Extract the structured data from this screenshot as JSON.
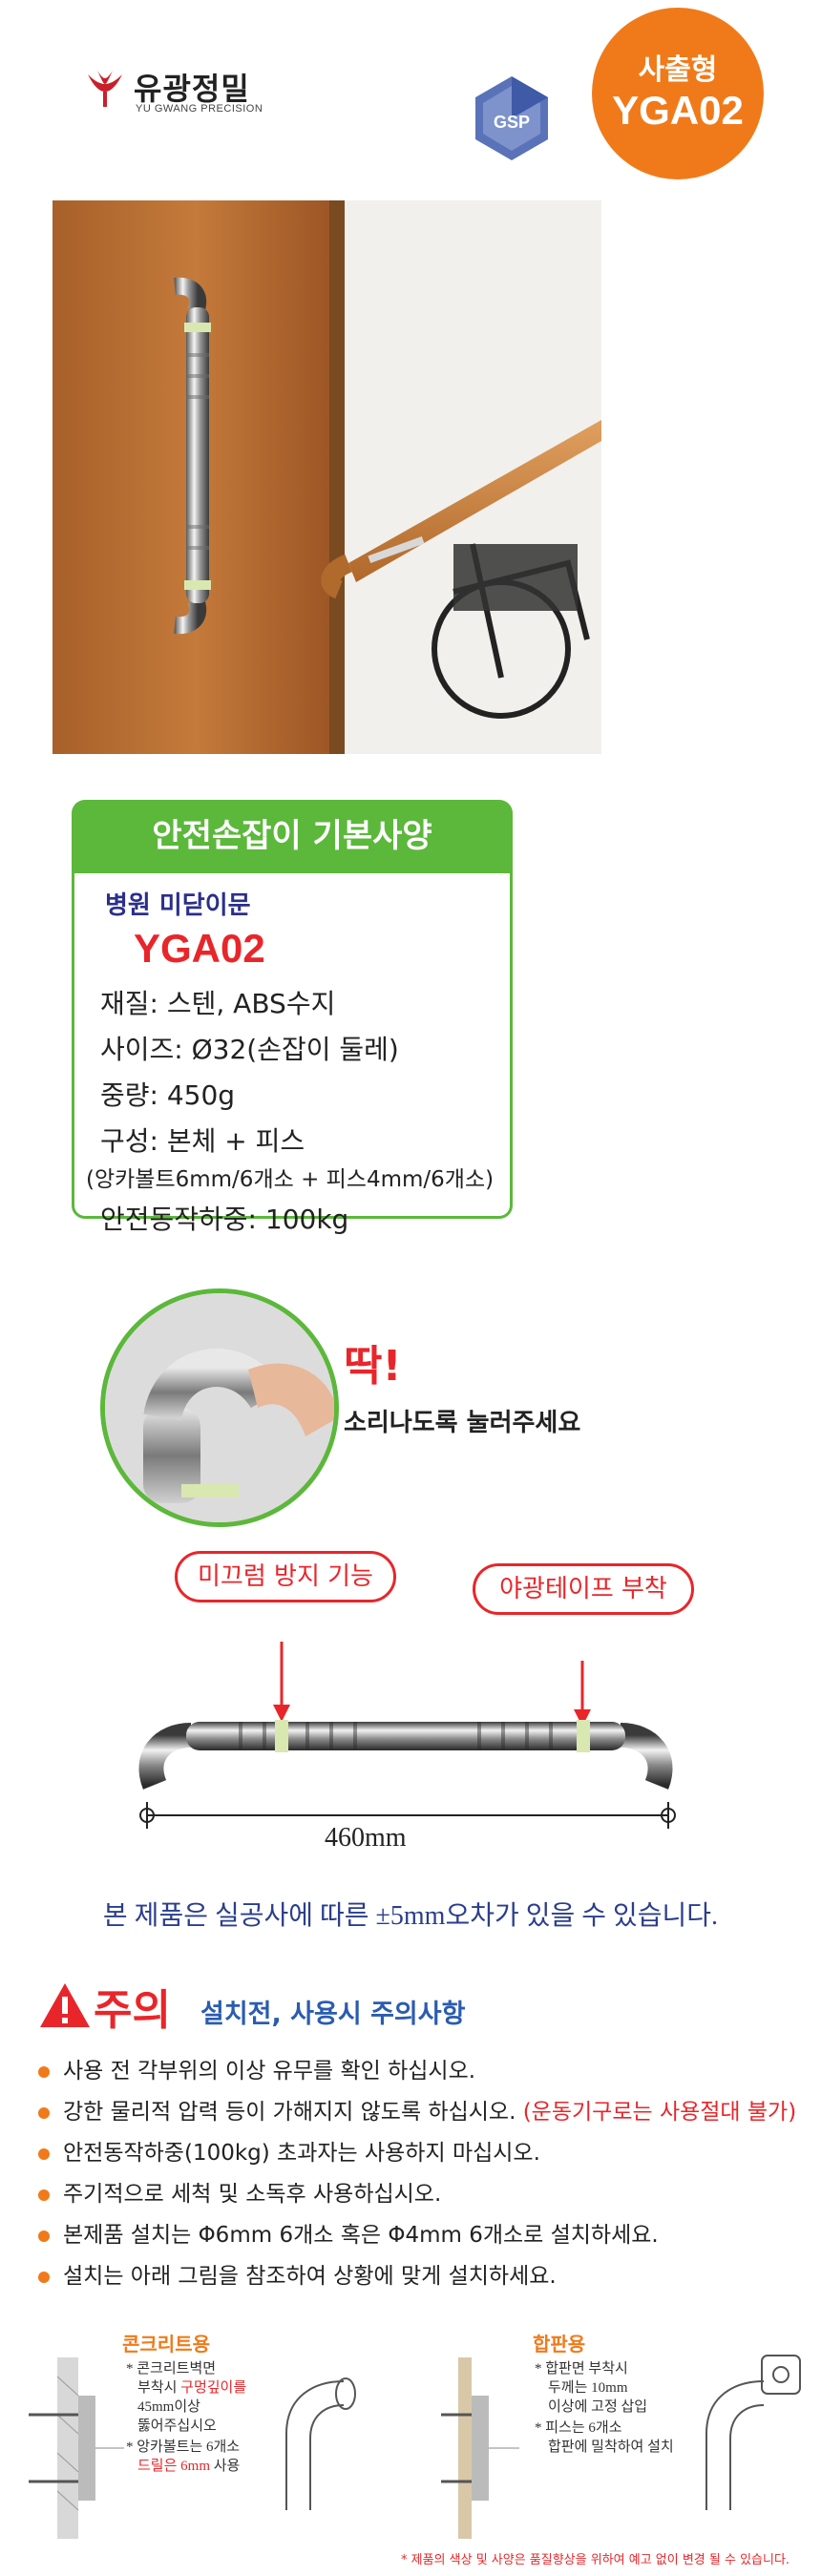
{
  "header": {
    "brand_name": "유광정밀",
    "brand_sub": "YU GWANG PRECISION",
    "cert_mark": "GSP",
    "badge_line1": "사출형",
    "badge_line2": "YGA02"
  },
  "spec": {
    "tab_title": "안전손잡이 기본사양",
    "type_label": "병원 미닫이문",
    "model": "YGA02",
    "lines": [
      "재질: 스텐, ABS수지",
      "사이즈: Ø32(손잡이 둘레)",
      "중량: 450g",
      "구성: 본체 + 피스",
      "(앙카볼트6mm/6개소 + 피스4mm/6개소)",
      "안전동작하중: 100kg"
    ]
  },
  "click": {
    "word": "딱!",
    "desc": "소리나도록 눌러주세요"
  },
  "callouts": {
    "anti_slip": "미끄럼 방지 기능",
    "luminous": "야광테이프 부착"
  },
  "dimension": "460mm",
  "tolerance_note": "본 제품은 실공사에 따른 ±5mm오차가 있을 수 있습니다.",
  "caution": {
    "title": "주의",
    "subtitle": "설치전, 사용시 주의사항",
    "items": [
      {
        "text": "사용 전 각부위의 이상 유무를 확인 하십시오.",
        "warn": ""
      },
      {
        "text": "강한 물리적 압력 등이 가해지지 않도록 하십시오.",
        "warn": "(운동기구로는 사용절대 불가)"
      },
      {
        "text": "안전동작하중(100kg) 초과자는 사용하지 마십시오.",
        "warn": ""
      },
      {
        "text": "주기적으로 세척 및 소독후 사용하십시오.",
        "warn": ""
      },
      {
        "text": "본제품 설치는 Φ6mm 6개소 혹은 Φ4mm 6개소로 설치하세요.",
        "warn": ""
      },
      {
        "text": "설치는 아래 그림을 참조하여 상황에 맞게 설치하세요.",
        "warn": ""
      }
    ]
  },
  "install": {
    "concrete": {
      "title": "콘크리트용",
      "l1": "* 콘크리트벽면",
      "l2a": "부착시 ",
      "l2b": "구멍깊이를",
      "l3": "45mm이상",
      "l4": "뚫어주십시오",
      "l5": "* 앙카볼트는 6개소",
      "l6a": "드릴은 ",
      "l6b": "6mm",
      "l6c": " 사용"
    },
    "plywood": {
      "title": "합판용",
      "l1": "* 합판면 부착시",
      "l2": "두께는 10mm",
      "l3": "이상에 고정 삽입",
      "l4": "* 피스는 6개소",
      "l5": "합판에 밀착하여 설치"
    },
    "footnote": "* 제품의 색상 및 사양은 품질향상을 위하여 예고 없이 변경 될 수 있습니다."
  },
  "colors": {
    "orange": "#f07a1a",
    "green": "#5cb83b",
    "red": "#e8262a",
    "navy": "#2b2f8a",
    "blue": "#2b5cb0"
  }
}
